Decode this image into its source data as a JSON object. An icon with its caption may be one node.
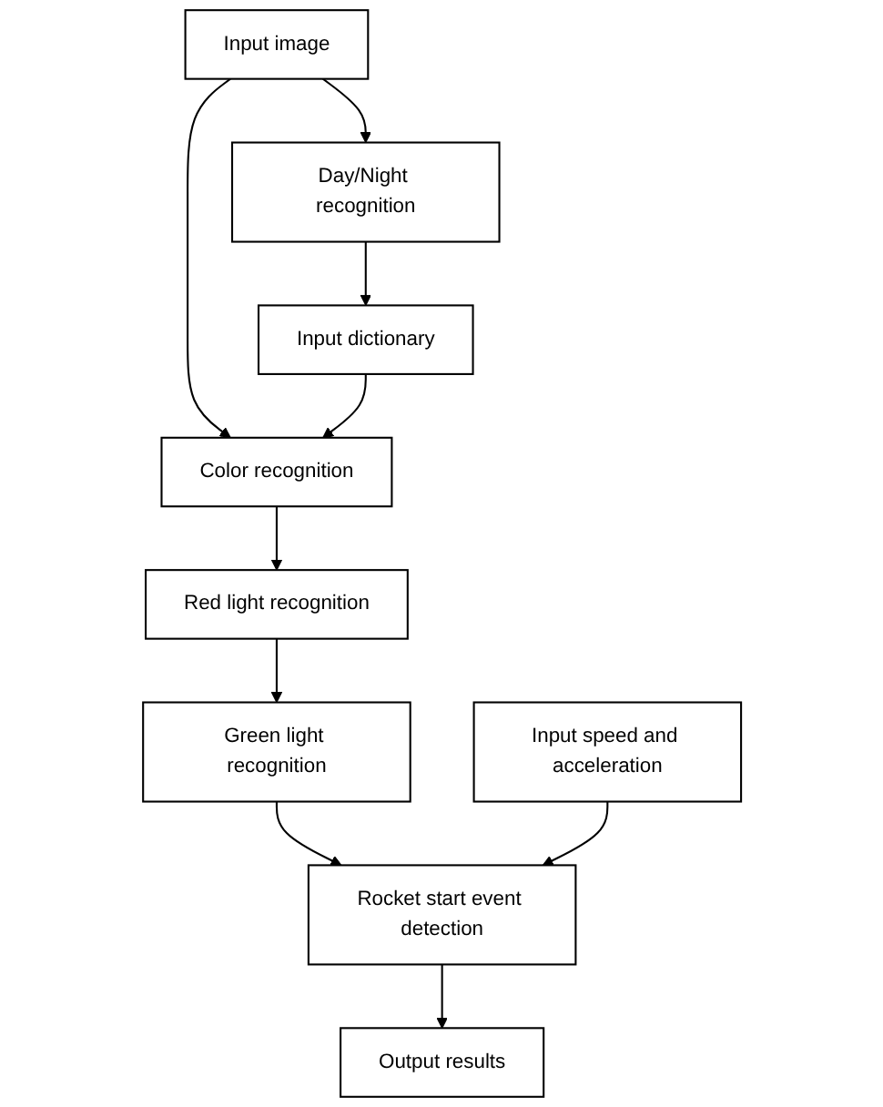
{
  "diagram": {
    "nodes": [
      {
        "text": [
          "Input image"
        ]
      },
      {
        "text": [
          "Day/Night recognition"
        ]
      },
      {
        "text": [
          "Color recognition"
        ]
      },
      {
        "text": [
          "Input dictionary"
        ]
      },
      {
        "text": [
          "Red light recognition"
        ]
      },
      {
        "text": [
          "Green light recognition"
        ]
      },
      {
        "text": [
          "Rocket start event detection"
        ]
      },
      {
        "text": [
          "Input speed and acceleration"
        ]
      },
      {
        "text": [
          "Output results"
        ]
      }
    ],
    "edges": [
      {
        "from": 0,
        "to": 1,
        "arrow": "to"
      },
      {
        "from": 0,
        "to": 2,
        "arrow": "to"
      },
      {
        "from": 1,
        "to": 3,
        "arrow": "to"
      },
      {
        "from": 3,
        "to": 2,
        "arrow": "to"
      },
      {
        "from": 2,
        "to": 4,
        "arrow": "to"
      },
      {
        "from": 4,
        "to": 5,
        "arrow": "to"
      },
      {
        "from": 5,
        "to": 6,
        "arrow": "to"
      },
      {
        "from": 7,
        "to": 6,
        "arrow": "to"
      },
      {
        "from": 6,
        "to": 8,
        "arrow": "to"
      }
    ]
  }
}
